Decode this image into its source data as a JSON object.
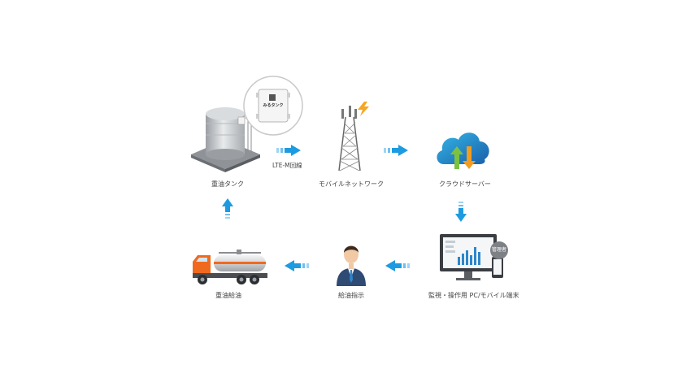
{
  "nodes": {
    "tank": {
      "label": "重油タンク"
    },
    "network": {
      "label": "モバイルネットワーク"
    },
    "cloud": {
      "label": "クラウドサーバー"
    },
    "terminal": {
      "label": "監視・操作用 PC/モバイル端末",
      "badge": "管理者"
    },
    "instruction": {
      "label": "給油指示"
    },
    "delivery": {
      "label": "重油給油"
    }
  },
  "edges": {
    "tank_to_network": {
      "label": "LTE-M回線"
    }
  },
  "device": {
    "logo_text": "みるタンク"
  },
  "colors": {
    "arrow": "#1e9be0",
    "cloud": "#2e86c9",
    "up_arrow": "#7cc142",
    "down_arrow": "#f39c1f",
    "truck_cab": "#ef6a1f",
    "lightning": "#f5a623",
    "person_suit": "#2f4a73"
  }
}
